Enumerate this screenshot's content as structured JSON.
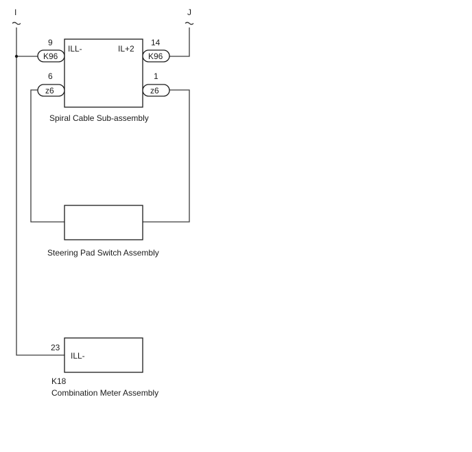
{
  "terminals": {
    "left": "I",
    "right": "J"
  },
  "spiral_cable": {
    "name": "Spiral Cable Sub-assembly",
    "pin_left_label": "ILL-",
    "pin_right_label": "IL+2",
    "connectors": [
      {
        "pin": "9",
        "code": "K96"
      },
      {
        "pin": "6",
        "code": "z6"
      },
      {
        "pin": "14",
        "code": "K96"
      },
      {
        "pin": "1",
        "code": "z6"
      }
    ]
  },
  "steering_pad": {
    "name": "Steering Pad Switch Assembly"
  },
  "combination_meter": {
    "connector_code": "K18",
    "name": "Combination Meter Assembly",
    "pin": "23",
    "pin_label": "ILL-"
  }
}
